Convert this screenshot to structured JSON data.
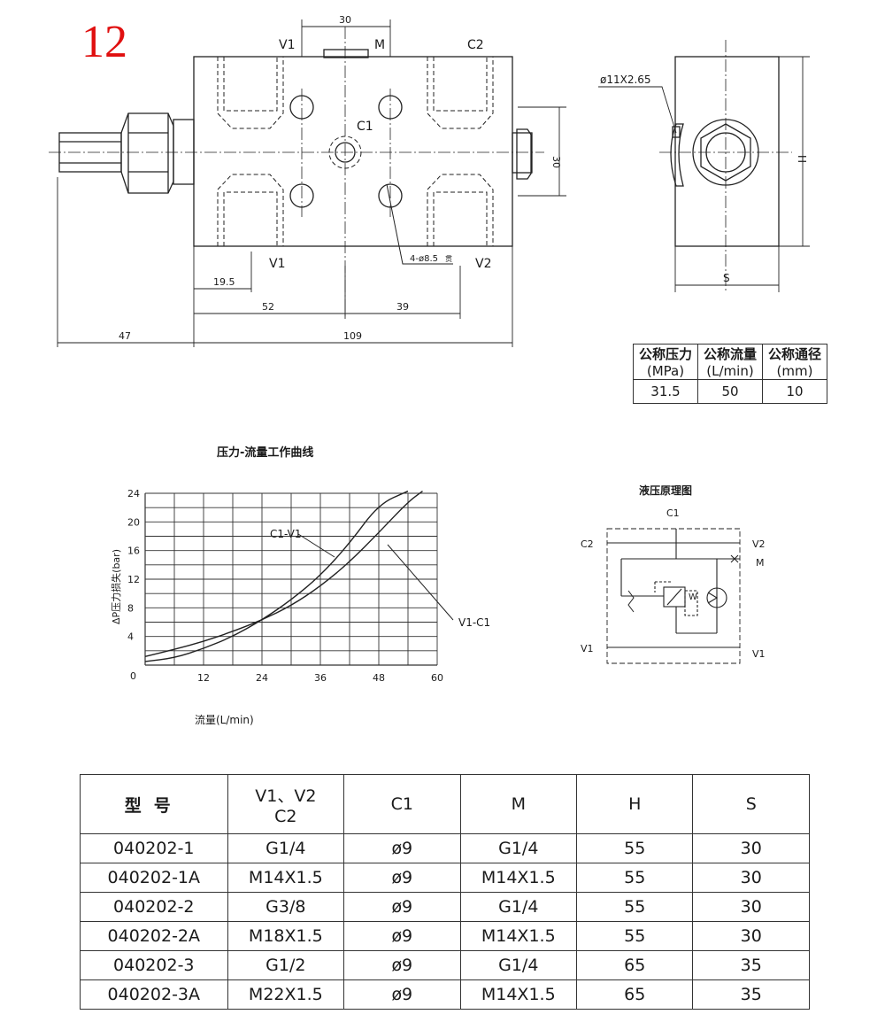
{
  "page_number": "12",
  "front_view": {
    "port_labels": {
      "v1_top": "V1",
      "m": "M",
      "c2": "C2",
      "c1": "C1",
      "v1_bottom": "V1",
      "v2": "V2"
    },
    "hole_note": "4-ø8.5",
    "hole_note_suffix": "贯",
    "dimensions": {
      "top_30": "30",
      "right_30": "30",
      "d19_5": "19.5",
      "d52": "52",
      "d39": "39",
      "d47": "47",
      "d109": "109"
    }
  },
  "side_view": {
    "oring_label": "ø11X2.65",
    "h_label": "H",
    "s_label": "S"
  },
  "spec_table": {
    "headers": [
      [
        "公称压力",
        "(MPa)"
      ],
      [
        "公称流量",
        "(L/min)"
      ],
      [
        "公称通径",
        "(mm)"
      ]
    ],
    "values": [
      "31.5",
      "50",
      "10"
    ]
  },
  "chart_data": {
    "type": "line",
    "title": "压力-流量工作曲线",
    "xlabel": "流量(L/min)",
    "ylabel": "ΔP压力损失(bar)",
    "xlim": [
      0,
      60
    ],
    "ylim": [
      0,
      24
    ],
    "x_ticks": [
      "12",
      "24",
      "36",
      "48",
      "60"
    ],
    "y_ticks": [
      "0",
      "4",
      "8",
      "12",
      "16",
      "20",
      "24"
    ],
    "grid": true,
    "series": [
      {
        "name": "C1-V1",
        "x": [
          0,
          6,
          12,
          18,
          24,
          30,
          36,
          42,
          48,
          54
        ],
        "y": [
          0.5,
          1.0,
          2.3,
          4.0,
          6.3,
          9.1,
          12.5,
          17.0,
          22.5,
          24.5
        ]
      },
      {
        "name": "V1-C1",
        "x": [
          0,
          6,
          12,
          18,
          24,
          30,
          36,
          42,
          48,
          54,
          57
        ],
        "y": [
          1.2,
          2.2,
          3.3,
          4.7,
          6.3,
          8.3,
          11.0,
          14.4,
          18.5,
          22.8,
          24.5
        ]
      }
    ]
  },
  "hydraulic_diagram": {
    "title": "液压原理图",
    "labels": {
      "c1": "C1",
      "c2": "C2",
      "v2": "V2",
      "m": "M",
      "v1_left": "V1",
      "v1_right": "V1",
      "w": "W"
    }
  },
  "model_table": {
    "headers": [
      "型号",
      "V1、V2",
      "C2",
      "C1",
      "M",
      "H",
      "S"
    ],
    "rows": [
      [
        "040202-1",
        "G1/4",
        "ø9",
        "G1/4",
        "55",
        "30"
      ],
      [
        "040202-1A",
        "M14X1.5",
        "ø9",
        "M14X1.5",
        "55",
        "30"
      ],
      [
        "040202-2",
        "G3/8",
        "ø9",
        "G1/4",
        "55",
        "30"
      ],
      [
        "040202-2A",
        "M18X1.5",
        "ø9",
        "M14X1.5",
        "55",
        "30"
      ],
      [
        "040202-3",
        "G1/2",
        "ø9",
        "G1/4",
        "65",
        "35"
      ],
      [
        "040202-3A",
        "M22X1.5",
        "ø9",
        "M14X1.5",
        "65",
        "35"
      ]
    ]
  }
}
